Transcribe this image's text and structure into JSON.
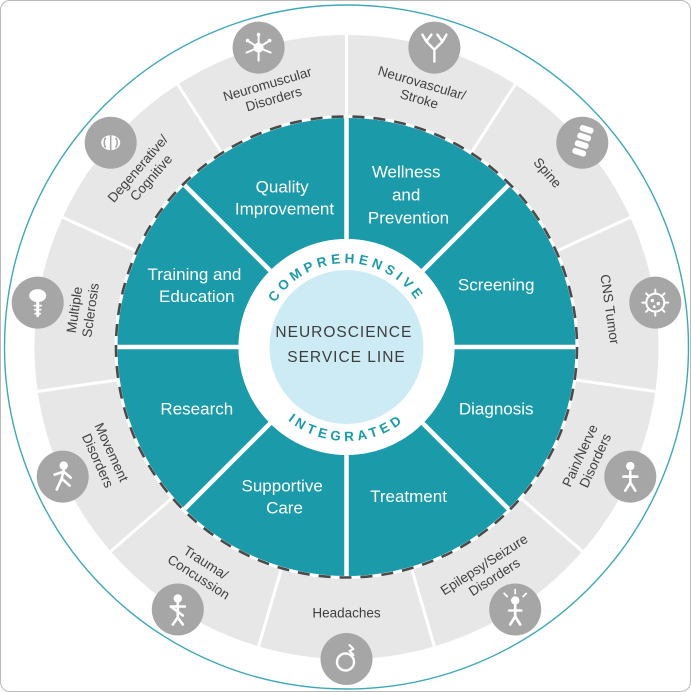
{
  "title": "Neuroscience Service Line wheel",
  "colors": {
    "teal": "#1B9AAA",
    "light_blue": "#CDEBF5",
    "ring_gray": "#E7E7E7",
    "icon_gray": "#A6A6A6",
    "text_dark": "#404040",
    "dashed_border": "#4A4A4A",
    "outer_circle": "#3FA7BA"
  },
  "center": {
    "line1": "NEUROSCIENCE",
    "line2": "SERVICE LINE",
    "arc_top": "COMPREHENSIVE",
    "arc_bottom": "INTEGRATED"
  },
  "inner_segments": [
    {
      "name": "wellness-and-prevention",
      "label": "Wellness and Prevention",
      "lines": [
        "Wellness",
        "and",
        "Prevention"
      ]
    },
    {
      "name": "screening",
      "label": "Screening",
      "lines": [
        "Screening"
      ]
    },
    {
      "name": "diagnosis",
      "label": "Diagnosis",
      "lines": [
        "Diagnosis"
      ]
    },
    {
      "name": "treatment",
      "label": "Treatment",
      "lines": [
        "Treatment"
      ]
    },
    {
      "name": "supportive-care",
      "label": "Supportive Care",
      "lines": [
        "Supportive",
        "Care"
      ]
    },
    {
      "name": "research",
      "label": "Research",
      "lines": [
        "Research"
      ]
    },
    {
      "name": "training-and-education",
      "label": "Training and Education",
      "lines": [
        "Training and",
        "Education"
      ]
    },
    {
      "name": "quality-improvement",
      "label": "Quality Improvement",
      "lines": [
        "Quality",
        "Improvement"
      ]
    }
  ],
  "outer_segments": [
    {
      "name": "neuromuscular-disorders",
      "label": "Neuromuscular Disorders",
      "lines": [
        "Neuromuscular",
        "Disorders"
      ],
      "icon": "neuron-icon"
    },
    {
      "name": "neurovascular-stroke",
      "label": "Neurovascular/ Stroke",
      "lines": [
        "Neurovascular/",
        "Stroke"
      ],
      "icon": "vascular-tree-icon"
    },
    {
      "name": "spine",
      "label": "Spine",
      "lines": [
        "Spine"
      ],
      "icon": "spine-icon"
    },
    {
      "name": "cns-tumor",
      "label": "CNS Tumor",
      "lines": [
        "CNS Tumor"
      ],
      "icon": "tumor-cell-icon"
    },
    {
      "name": "pain-nerve-disorders",
      "label": "Pain/Nerve Disorders",
      "lines": [
        "Pain/Nerve",
        "Disorders"
      ],
      "icon": "pain-person-icon"
    },
    {
      "name": "epilepsy-seizure-disorders",
      "label": "Epilepsy/Seizure Disorders",
      "lines": [
        "Epilepsy/Seizure",
        "Disorders"
      ],
      "icon": "seizure-person-icon"
    },
    {
      "name": "headaches",
      "label": "Headaches",
      "lines": [
        "Headaches"
      ],
      "icon": "headache-face-icon"
    },
    {
      "name": "trauma-concussion",
      "label": "Trauma/ Concussion",
      "lines": [
        "Trauma/",
        "Concussion"
      ],
      "icon": "injured-person-icon"
    },
    {
      "name": "movement-disorders",
      "label": "Movement Disorders",
      "lines": [
        "Movement",
        "Disorders"
      ],
      "icon": "walking-person-icon"
    },
    {
      "name": "multiple-sclerosis",
      "label": "Multiple Sclerosis",
      "lines": [
        "Multiple",
        "Sclerosis"
      ],
      "icon": "brain-spine-icon"
    },
    {
      "name": "degenerative-cognitive",
      "label": "Degenerative/ Cognitive",
      "lines": [
        "Degenerative/",
        "Cognitive"
      ],
      "icon": "brain-icon"
    }
  ]
}
